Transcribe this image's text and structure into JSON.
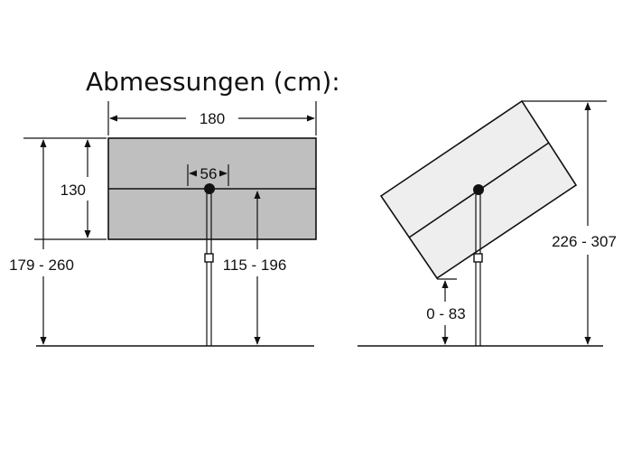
{
  "title": "Abmessungen (cm):",
  "dimensions": {
    "width": "180",
    "pole_offset": "56",
    "panel_height": "130",
    "total_height_upright": "179 - 260",
    "pivot_height": "115 - 196",
    "total_height_tilted": "226 - 307",
    "bottom_clearance_tilted": "0 - 83"
  },
  "colors": {
    "panel_fill_upright": "#bfbfbf",
    "panel_fill_tilted": "#eeeeee",
    "stroke": "#111111"
  }
}
